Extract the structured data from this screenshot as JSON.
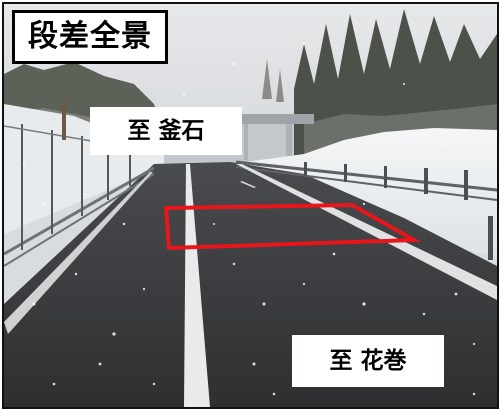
{
  "labels": {
    "title": "段差全景",
    "destination_top": "至 釜石",
    "destination_bottom": "至 花巻"
  },
  "colors": {
    "highlight": "#e8161b",
    "road": "#3b3c3f",
    "snow": "#eef1f3",
    "sky": "#dfe1e3"
  }
}
